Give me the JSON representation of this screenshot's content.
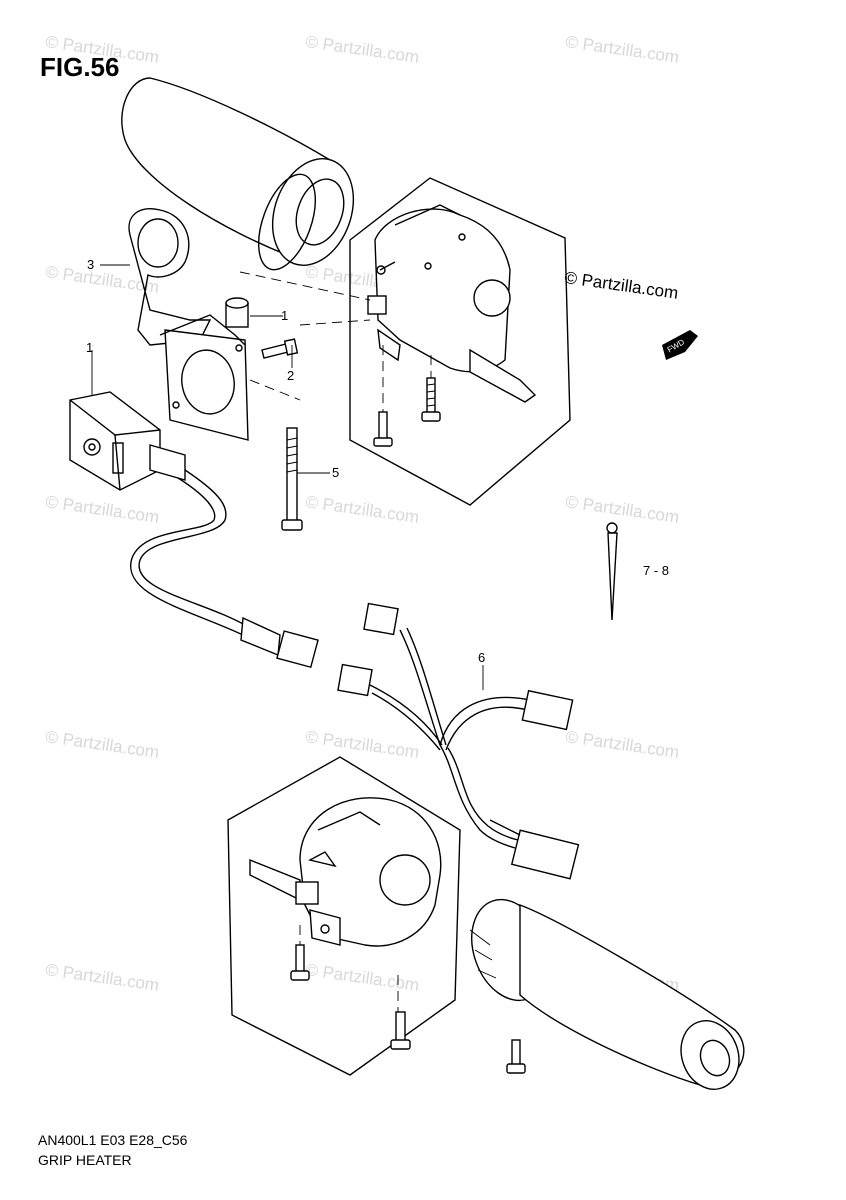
{
  "figure": {
    "title": "FIG.56",
    "copyright": "© Partzilla.com",
    "watermark": "© Partzilla.com",
    "fwd_badge": "FWD",
    "code": "AN400L1 E03 E28_C56",
    "name": "GRIP HEATER"
  },
  "callouts": [
    {
      "id": "c3",
      "label": "3"
    },
    {
      "id": "c1a",
      "label": "1"
    },
    {
      "id": "c1b",
      "label": "1"
    },
    {
      "id": "c2",
      "label": "2"
    },
    {
      "id": "c5",
      "label": "5"
    },
    {
      "id": "c78",
      "label": "7 - 8"
    },
    {
      "id": "c6",
      "label": "6"
    }
  ]
}
